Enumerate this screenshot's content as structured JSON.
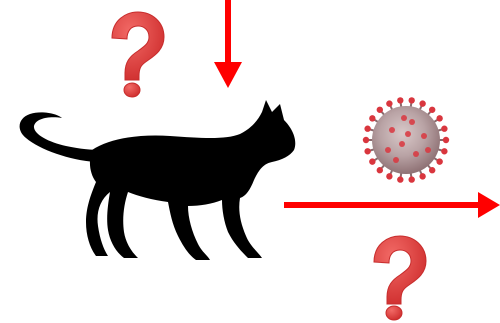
{
  "diagram": {
    "nodes": [
      {
        "id": "cat",
        "icon": "cat-silhouette-icon",
        "color": "#000000"
      },
      {
        "id": "virus",
        "icon": "coronavirus-icon",
        "color": "#b5545c",
        "spike_color": "#d9363e"
      }
    ],
    "arrows": [
      {
        "id": "incoming",
        "direction": "down",
        "target": "cat",
        "color": "#ff0000"
      },
      {
        "id": "outgoing",
        "direction": "right",
        "source": "cat",
        "color": "#ff0000"
      }
    ],
    "marks": [
      {
        "id": "question-top",
        "symbol": "?",
        "color": "#e8413f"
      },
      {
        "id": "question-bottom",
        "symbol": "?",
        "color": "#e8413f"
      }
    ]
  }
}
